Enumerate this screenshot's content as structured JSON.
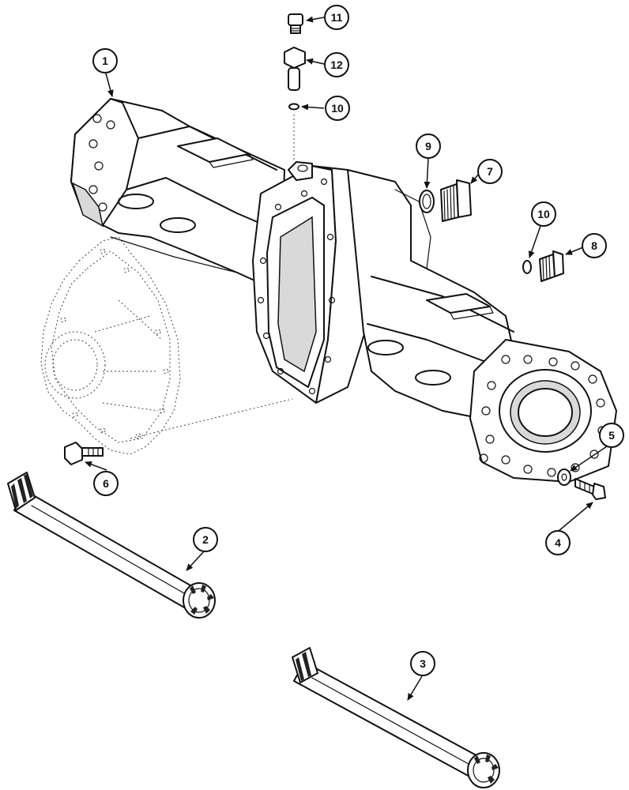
{
  "callouts": [
    {
      "id": "callout-1",
      "label": "1"
    },
    {
      "id": "callout-2",
      "label": "2"
    },
    {
      "id": "callout-3",
      "label": "3"
    },
    {
      "id": "callout-4",
      "label": "4"
    },
    {
      "id": "callout-5",
      "label": "5"
    },
    {
      "id": "callout-6",
      "label": "6"
    },
    {
      "id": "callout-7",
      "label": "7"
    },
    {
      "id": "callout-8",
      "label": "8"
    },
    {
      "id": "callout-9",
      "label": "9"
    },
    {
      "id": "callout-10a",
      "label": "10"
    },
    {
      "id": "callout-10b",
      "label": "10"
    },
    {
      "id": "callout-11",
      "label": "11"
    },
    {
      "id": "callout-12",
      "label": "12"
    }
  ]
}
